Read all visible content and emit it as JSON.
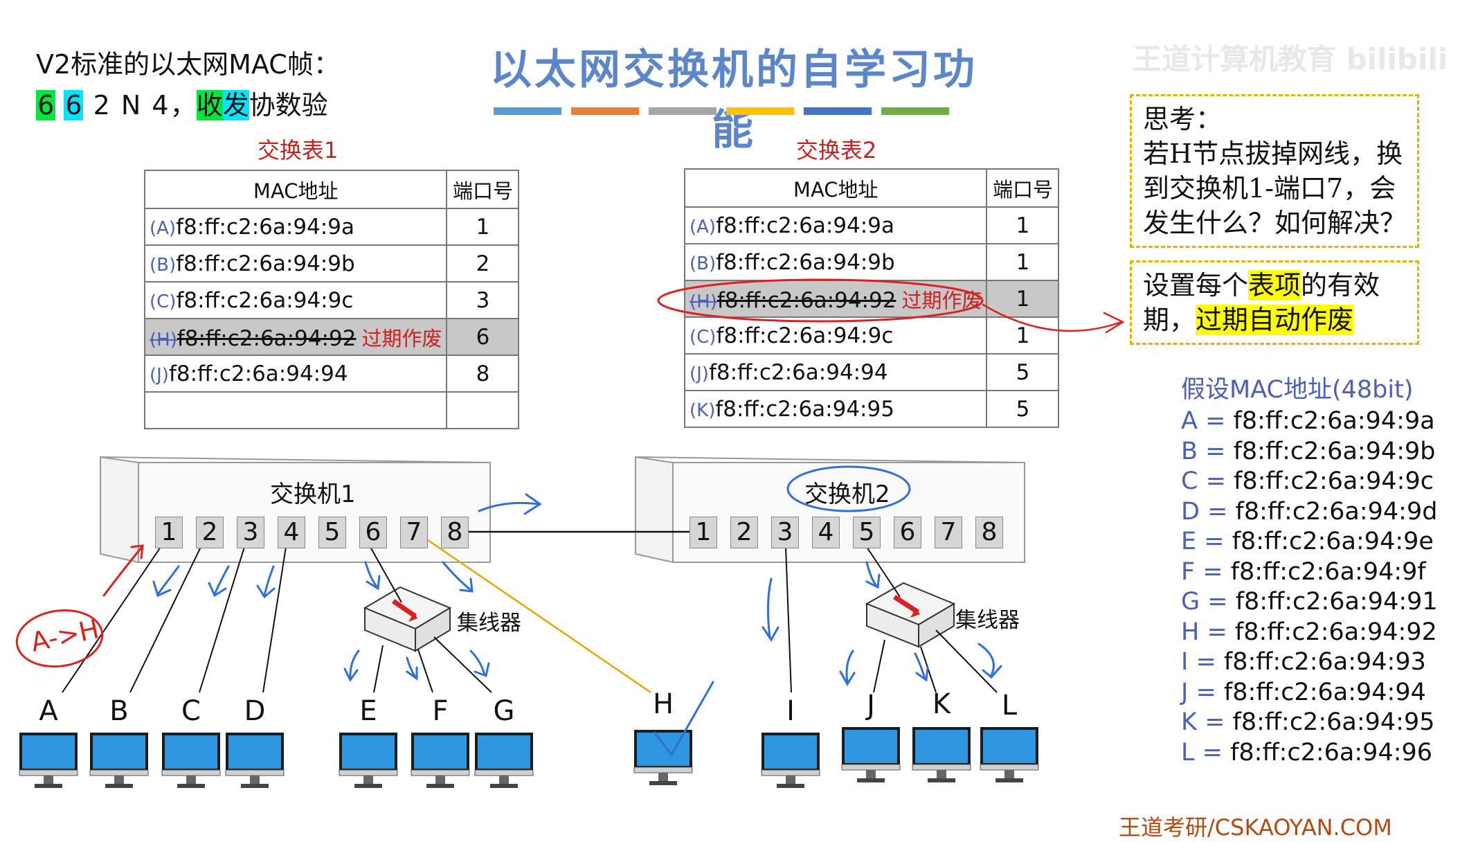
{
  "frame_note": {
    "line1": "V2标准的以太网MAC帧：",
    "fields": [
      "6",
      "6",
      "2",
      "N",
      "4"
    ],
    "sep": "，",
    "send_recv": [
      "收",
      "发"
    ],
    "rest": "协数验"
  },
  "title": "以太网交换机的自学习功能",
  "color_bars": [
    "#5b9bd5",
    "#ed7d31",
    "#a5a5a5",
    "#ffc000",
    "#4472c4",
    "#70ad47"
  ],
  "table1": {
    "title": "交换表1",
    "headers": [
      "MAC地址",
      "端口号"
    ],
    "rows": [
      {
        "tag": "(A)",
        "mac": "f8:ff:c2:6a:94:9a",
        "port": "1"
      },
      {
        "tag": "(B)",
        "mac": "f8:ff:c2:6a:94:9b",
        "port": "2"
      },
      {
        "tag": "(C)",
        "mac": "f8:ff:c2:6a:94:9c",
        "port": "3"
      },
      {
        "tag": "(H)",
        "mac": "f8:ff:c2:6a:94:92",
        "port": "6",
        "note": "过期作废"
      },
      {
        "tag": "(J)",
        "mac": "f8:ff:c2:6a:94:94",
        "port": "8"
      },
      {
        "tag": "",
        "mac": "",
        "port": ""
      }
    ]
  },
  "table2": {
    "title": "交换表2",
    "headers": [
      "MAC地址",
      "端口号"
    ],
    "rows": [
      {
        "tag": "(A)",
        "mac": "f8:ff:c2:6a:94:9a",
        "port": "1"
      },
      {
        "tag": "(B)",
        "mac": "f8:ff:c2:6a:94:9b",
        "port": "1"
      },
      {
        "tag": "(H)",
        "mac": "f8:ff:c2:6a:94:92",
        "port": "1",
        "note": "过期作废"
      },
      {
        "tag": "(C)",
        "mac": "f8:ff:c2:6a:94:9c",
        "port": "1"
      },
      {
        "tag": "(J)",
        "mac": "f8:ff:c2:6a:94:94",
        "port": "5"
      },
      {
        "tag": "(K)",
        "mac": "f8:ff:c2:6a:94:95",
        "port": "5"
      }
    ]
  },
  "think_box": {
    "lines": [
      "思考：",
      "若H节点拔掉网线，换",
      "到交换机1-端口7，会",
      "发生什么？如何解决？"
    ]
  },
  "answer_box": {
    "line1_a": "设置每个",
    "line1_hl": "表项",
    "line1_b": "的有效",
    "line2_a": "期，",
    "line2_hl": "过期自动作废"
  },
  "assume": {
    "title": "假设MAC地址(48bit)",
    "entries": [
      {
        "k": "A",
        "v": "f8:ff:c2:6a:94:9a"
      },
      {
        "k": "B",
        "v": "f8:ff:c2:6a:94:9b"
      },
      {
        "k": "C",
        "v": "f8:ff:c2:6a:94:9c"
      },
      {
        "k": "D",
        "v": "f8:ff:c2:6a:94:9d"
      },
      {
        "k": "E",
        "v": "f8:ff:c2:6a:94:9e"
      },
      {
        "k": "F",
        "v": "f8:ff:c2:6a:94:9f"
      },
      {
        "k": "G",
        "v": "f8:ff:c2:6a:94:91"
      },
      {
        "k": "H",
        "v": "f8:ff:c2:6a:94:92"
      },
      {
        "k": "I",
        "v": "f8:ff:c2:6a:94:93"
      },
      {
        "k": "J",
        "v": "f8:ff:c2:6a:94:94"
      },
      {
        "k": "K",
        "v": "f8:ff:c2:6a:94:95"
      },
      {
        "k": "L",
        "v": "f8:ff:c2:6a:94:96"
      }
    ]
  },
  "switch1": {
    "label": "交换机1",
    "ports": [
      "1",
      "2",
      "3",
      "4",
      "5",
      "6",
      "7",
      "8"
    ]
  },
  "switch2": {
    "label": "交换机2",
    "ports": [
      "1",
      "2",
      "3",
      "4",
      "5",
      "6",
      "7",
      "8"
    ]
  },
  "hub1": {
    "label": "集线器"
  },
  "hub2": {
    "label": "集线器"
  },
  "hosts": [
    "A",
    "B",
    "C",
    "D",
    "E",
    "F",
    "G",
    "H",
    "I",
    "J",
    "K",
    "L"
  ],
  "annotation": "A->H",
  "footer": "王道考研/CSKAOYAN.COM",
  "watermark": "王道计算机教育 bilibili"
}
